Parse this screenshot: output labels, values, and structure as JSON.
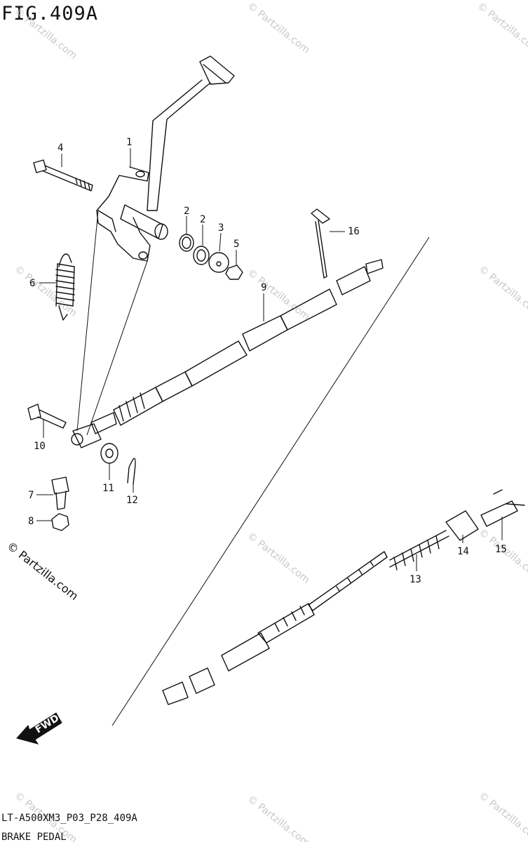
{
  "figure": {
    "title": "FIG.409A"
  },
  "callouts": [
    "1",
    "2",
    "2",
    "3",
    "4",
    "5",
    "6",
    "7",
    "8",
    "9",
    "10",
    "11",
    "12",
    "13",
    "14",
    "15",
    "16"
  ],
  "watermark": {
    "text": "© Partzilla.com"
  },
  "copyright": "© Partzilla.com",
  "direction_arrow": {
    "label": "FWD"
  },
  "footer": {
    "code": "LT-A500XM3_P03_P28_409A",
    "caption": "BRAKE PEDAL"
  }
}
